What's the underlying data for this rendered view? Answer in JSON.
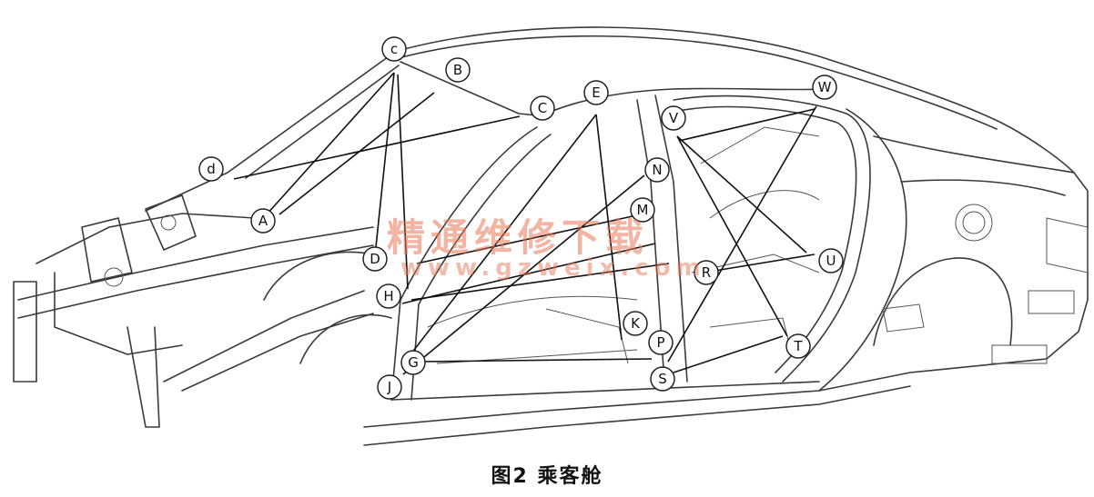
{
  "caption": "图2 乘客舱",
  "watermark": {
    "text": "精通维修下载",
    "url": "www.gzweix.com"
  },
  "points": [
    "A",
    "B",
    "c",
    "C",
    "d",
    "D",
    "E",
    "G",
    "H",
    "J",
    "K",
    "M",
    "N",
    "P",
    "R",
    "S",
    "T",
    "U",
    "V",
    "W"
  ],
  "colors": {
    "line": "#3a3a3a",
    "watermark": "#e8785a"
  }
}
